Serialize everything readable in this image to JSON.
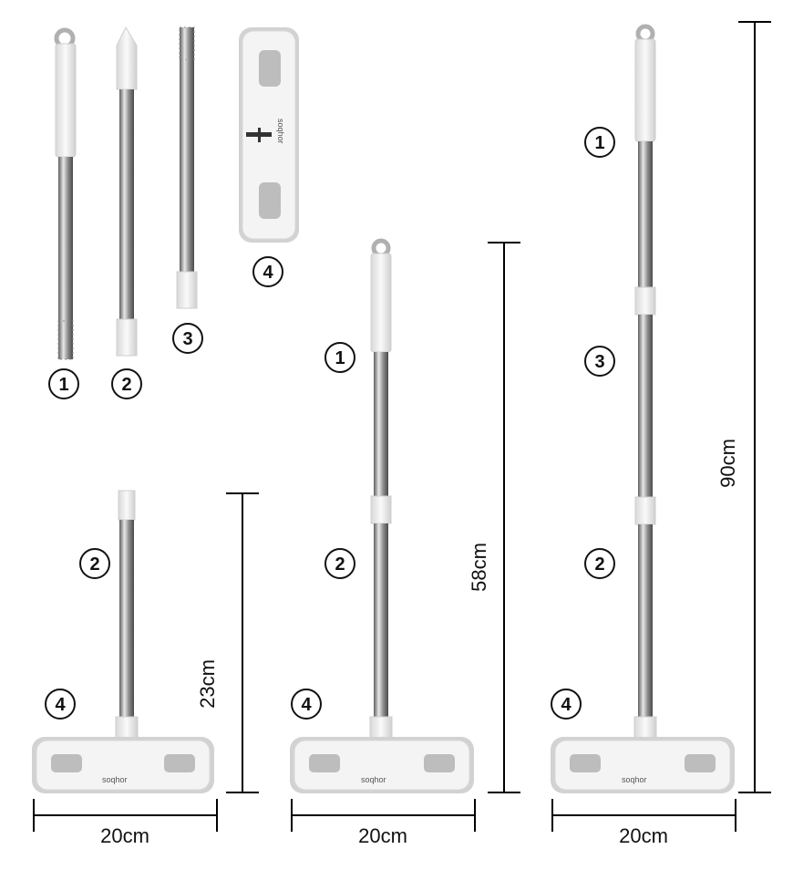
{
  "part_labels": {
    "one": "1",
    "two": "2",
    "three": "3",
    "four": "4"
  },
  "brand_text": "soqhor",
  "dimensions": {
    "short_height": "23cm",
    "mid_height": "58cm",
    "long_height": "90cm",
    "width_1": "20cm",
    "width_2": "20cm",
    "width_3": "20cm"
  },
  "colors": {
    "pole": "#9a9a9a",
    "cap": "#f2f2f2",
    "pad": "#dcdcdc",
    "line": "#000000"
  }
}
